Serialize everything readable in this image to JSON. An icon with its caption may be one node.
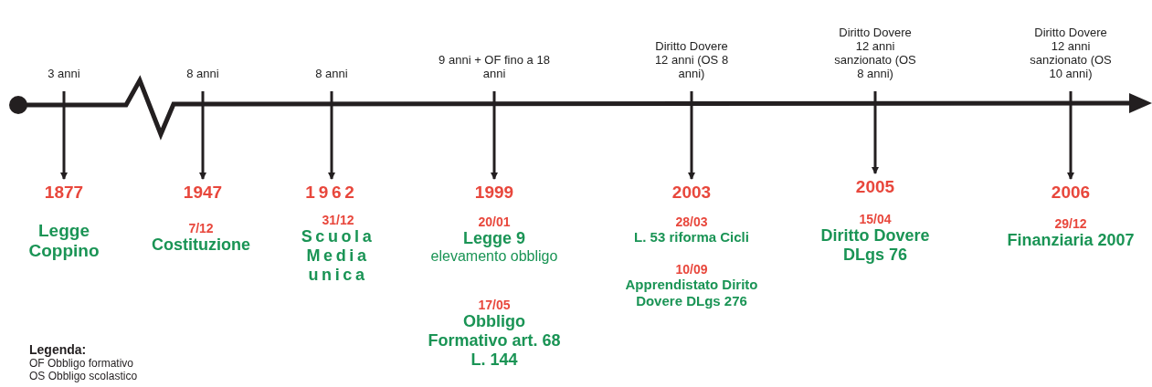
{
  "diagram": {
    "nodes": [
      {
        "text": [
          "3 anni"
        ]
      },
      {
        "text": [
          "8 anni"
        ]
      },
      {
        "text": [
          "8 anni"
        ]
      },
      {
        "text": [
          "9 anni + OF fino a 18 anni"
        ]
      },
      {
        "text": [
          "Diritto Dovere 12 anni (OS 8 anni)"
        ]
      },
      {
        "text": [
          "Diritto Dovere 12 anni sanzionato (OS 8 anni)"
        ]
      },
      {
        "text": [
          "Diritto Dovere 12 anni sanzionato (OS 10 anni)"
        ]
      },
      {
        "text": [
          "1877"
        ]
      },
      {
        "text": [
          "1947"
        ]
      },
      {
        "text": [
          "1962"
        ]
      },
      {
        "text": [
          "1999"
        ]
      },
      {
        "text": [
          "2003"
        ]
      },
      {
        "text": [
          "2005"
        ]
      },
      {
        "text": [
          "2006"
        ]
      },
      {
        "text": [
          "Legge Coppino"
        ]
      },
      {
        "text": [
          "Costituzione"
        ],
        "beside": [
          "7/12"
        ]
      },
      {
        "text": [
          "Scuola Media unica"
        ],
        "beside": [
          "31/12"
        ]
      },
      {
        "text": [
          "Legge 9",
          "elevamento obbligo"
        ],
        "beside": [
          "20/01"
        ]
      },
      {
        "text": [
          "Obbligo Formativo art. 68 L. 144"
        ],
        "beside": [
          "17/05"
        ]
      },
      {
        "text": [
          "L. 53 riforma Cicli"
        ],
        "beside": [
          "28/03"
        ]
      },
      {
        "text": [
          "Apprendistato Dirito Dovere DLgs 276"
        ],
        "beside": [
          "10/09"
        ]
      },
      {
        "text": [
          "Diritto Dovere DLgs 76"
        ],
        "beside": [
          "15/04"
        ]
      },
      {
        "text": [
          "Finanziaria 2007"
        ],
        "beside": [
          "29/12"
        ]
      }
    ],
    "edges": [
      {
        "from": 0,
        "to": 7,
        "arrow": "to"
      },
      {
        "from": 1,
        "to": 8,
        "arrow": "to"
      },
      {
        "from": 2,
        "to": 9,
        "arrow": "to"
      },
      {
        "from": 3,
        "to": 10,
        "arrow": "to"
      },
      {
        "from": 4,
        "to": 11,
        "arrow": "to"
      },
      {
        "from": 5,
        "to": 12,
        "arrow": "to"
      },
      {
        "from": 6,
        "to": 13,
        "arrow": "to"
      }
    ],
    "labels": [
      "Legenda:",
      "OF Obbligo formativo",
      "OS Obbligo scolastico"
    ]
  }
}
